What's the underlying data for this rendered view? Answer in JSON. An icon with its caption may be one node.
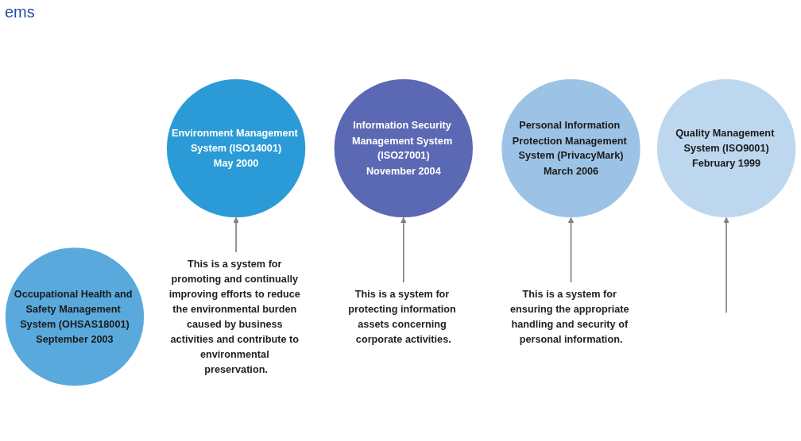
{
  "diagram": {
    "title": "ems",
    "nodes": [
      {
        "text": [
          "Environment Management System (ISO14001)",
          "May 2000"
        ]
      },
      {
        "text": [
          "Information Security Management System (ISO27001)",
          "November 2004"
        ]
      },
      {
        "text": [
          "Quality Management System (ISO9001)",
          "February 1999"
        ]
      },
      {
        "text": [
          "Occupational Health and Safety Management System (OHSAS18001)",
          "September 2003"
        ]
      },
      {
        "text": [
          "Personal Information Protection Management System (PrivacyMark)",
          "March 2006"
        ]
      },
      {
        "text": [
          "This is a system for promoting and continually improving efforts to reduce the environmental burden caused by business activities and contribute to environmental preservation."
        ]
      },
      {
        "text": [
          "This is a system for protecting information assets concerning corporate activities."
        ]
      },
      {
        "text": [
          "This is a system for ensuring the appropriate handling and security of personal information."
        ]
      }
    ],
    "edges": [
      {
        "from": 5,
        "to": 0,
        "arrow": "to"
      },
      {
        "from": 6,
        "to": 1,
        "arrow": "to"
      },
      {
        "from": 7,
        "to": 4,
        "arrow": "to"
      },
      {
        "from": null,
        "to": 2,
        "arrow": "to"
      }
    ]
  }
}
